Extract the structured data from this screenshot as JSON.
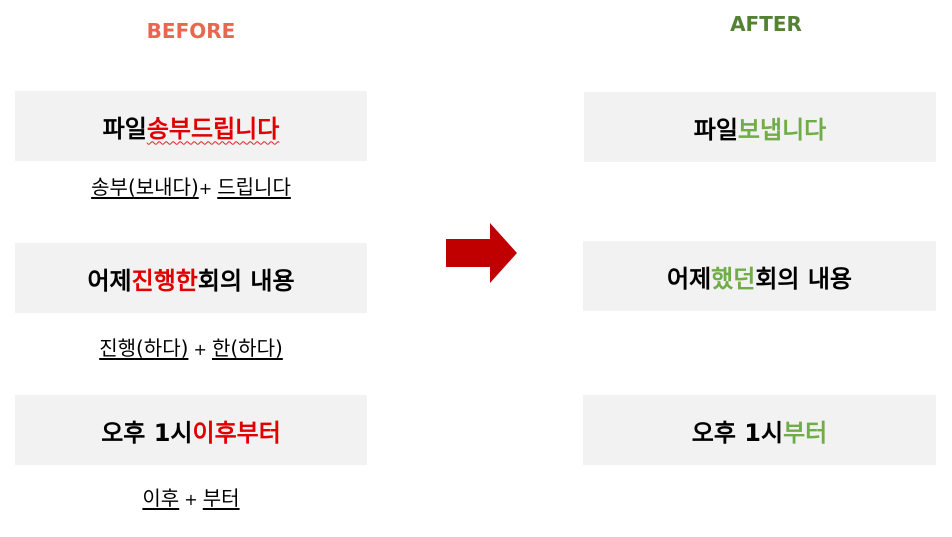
{
  "colors": {
    "before_heading": "#e8674e",
    "after_heading": "#548235",
    "highlight_before": "#e00000",
    "highlight_after": "#70ad47",
    "box_bg": "#f2f2f2",
    "arrow": "#c00000"
  },
  "before": {
    "heading": "BEFORE",
    "rows": [
      {
        "prefix": "파일 ",
        "highlight": "송부드립니다",
        "suffix": "",
        "note": {
          "part1": "송부(보내다)",
          "plus": "+ ",
          "part2": "드립니다",
          "tail": ""
        }
      },
      {
        "prefix": "어제 ",
        "highlight": "진행한",
        "suffix": " 회의 내용",
        "note": {
          "part1": "진행(하다)",
          "plus": " + ",
          "part2": "한(하다)",
          "tail": ""
        }
      },
      {
        "prefix": "오후 1시 ",
        "highlight": "이후부터",
        "suffix": "",
        "note": {
          "part1": "이후",
          "plus": " + ",
          "part2": "부터",
          "tail": ""
        }
      }
    ]
  },
  "arrow_icon": "right-arrow-icon",
  "after": {
    "heading": "AFTER",
    "rows": [
      {
        "prefix": "파일 ",
        "highlight": "보냅니다",
        "suffix": ""
      },
      {
        "prefix": "어제 ",
        "highlight": "했던",
        "suffix": " 회의 내용"
      },
      {
        "prefix": "오후 1시",
        "highlight": "부터",
        "suffix": ""
      }
    ]
  }
}
